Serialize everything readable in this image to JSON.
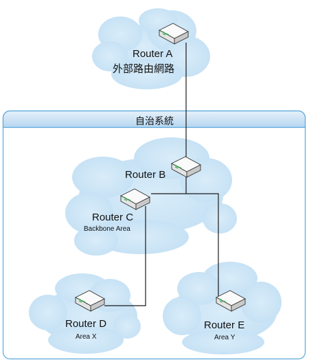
{
  "autonomous_system": {
    "label": "自治系統"
  },
  "routers": {
    "a": {
      "name": "Router A",
      "sub": "外部路由網路"
    },
    "b": {
      "name": "Router B"
    },
    "c": {
      "name": "Router C",
      "sub": "Backbone Area"
    },
    "d": {
      "name": "Router D",
      "sub": "Area X"
    },
    "e": {
      "name": "Router E",
      "sub": "Area Y"
    }
  },
  "icons": {
    "router": "router-icon",
    "cloud": "cloud-shape"
  },
  "colors": {
    "cloud": "#cfe6f6",
    "cloud_shade": "#b9d8ef",
    "panel_border": "#5aa8dc",
    "panel_header_top": "#dcebf8",
    "panel_header_bottom": "#b8d7f0",
    "link": "#1a1a1a"
  }
}
